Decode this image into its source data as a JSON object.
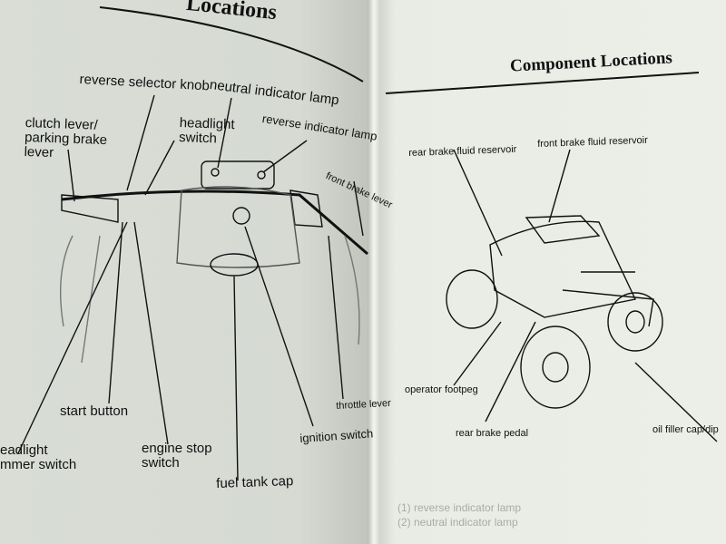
{
  "left_page": {
    "title": "Locations",
    "labels": {
      "reverse_selector_knob": "reverse selector knob",
      "neutral_indicator_lamp": "neutral indicator lamp",
      "clutch_lever": [
        "clutch lever/",
        "parking brake",
        "lever"
      ],
      "headlight_switch": [
        "headlight",
        "switch"
      ],
      "reverse_indicator_lamp": "reverse indicator lamp",
      "front_brake_lever": "front brake lever",
      "start_button": "start button",
      "headlight_dimmer_switch": [
        "eadlight",
        "mmer switch"
      ],
      "engine_stop_switch": [
        "engine stop",
        "switch"
      ],
      "fuel_tank_cap": "fuel tank cap",
      "ignition_switch": "ignition switch",
      "throttle_lever": "throttle lever"
    }
  },
  "right_page": {
    "title": "Component Locations",
    "labels": {
      "rear_brake_fluid_reservoir": "rear brake fluid reservoir",
      "front_brake_fluid_reservoir": "front brake fluid reservoir",
      "operator_footpeg": "operator footpeg",
      "rear_brake_pedal": "rear brake pedal",
      "oil_filler_cap": "oil filler cap/dip"
    },
    "footnotes": [
      "(1) reverse indicator lamp",
      "(2) neutral indicator lamp"
    ]
  }
}
